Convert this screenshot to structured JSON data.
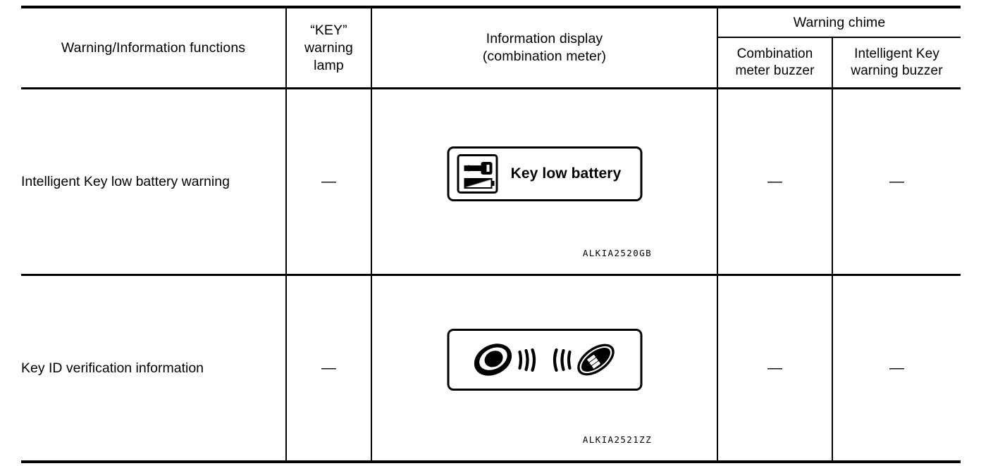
{
  "table": {
    "columns": [
      {
        "id": "function",
        "label": "Warning/Information functions"
      },
      {
        "id": "key_lamp",
        "label": "“KEY”\nwarning\nlamp"
      },
      {
        "id": "info_disp",
        "label": "Information display\n(combination meter)"
      },
      {
        "id": "chime",
        "label": "Warning chime"
      }
    ],
    "key_lamp_header": {
      "line1": "“KEY”",
      "line2": "warning",
      "line3": "lamp"
    },
    "info_display_header": {
      "line1": "Information display",
      "line2": "(combination meter)"
    },
    "chime_header": "Warning chime",
    "chime_subcolumns": [
      {
        "id": "combination_meter_buzzer",
        "line1": "Combination",
        "line2": "meter buzzer"
      },
      {
        "id": "intelligent_key_buzzer",
        "line1": "Intelligent Key",
        "line2": "warning buzzer"
      }
    ],
    "function_header": "Warning/Information functions",
    "rows": [
      {
        "id": "intelligent-key-low-battery-warning",
        "function": "Intelligent Key low battery warning",
        "key_warning_lamp": "—",
        "display_message": "Key low battery",
        "display_icon": "key-low-battery-icon",
        "combination_meter_buzzer": "—",
        "intelligent_key_warning_buzzer": "—",
        "caption": "ALKIA2520GB"
      },
      {
        "id": "key-id-verification-information",
        "function": "Key ID verification information",
        "key_warning_lamp": "—",
        "display_message": "",
        "display_icon": "key-id-verification-icon",
        "combination_meter_buzzer": "—",
        "intelligent_key_warning_buzzer": "—",
        "caption": "ALKIA2521ZZ"
      }
    ]
  },
  "colors": {
    "ink": "#000000",
    "paper": "#ffffff"
  }
}
